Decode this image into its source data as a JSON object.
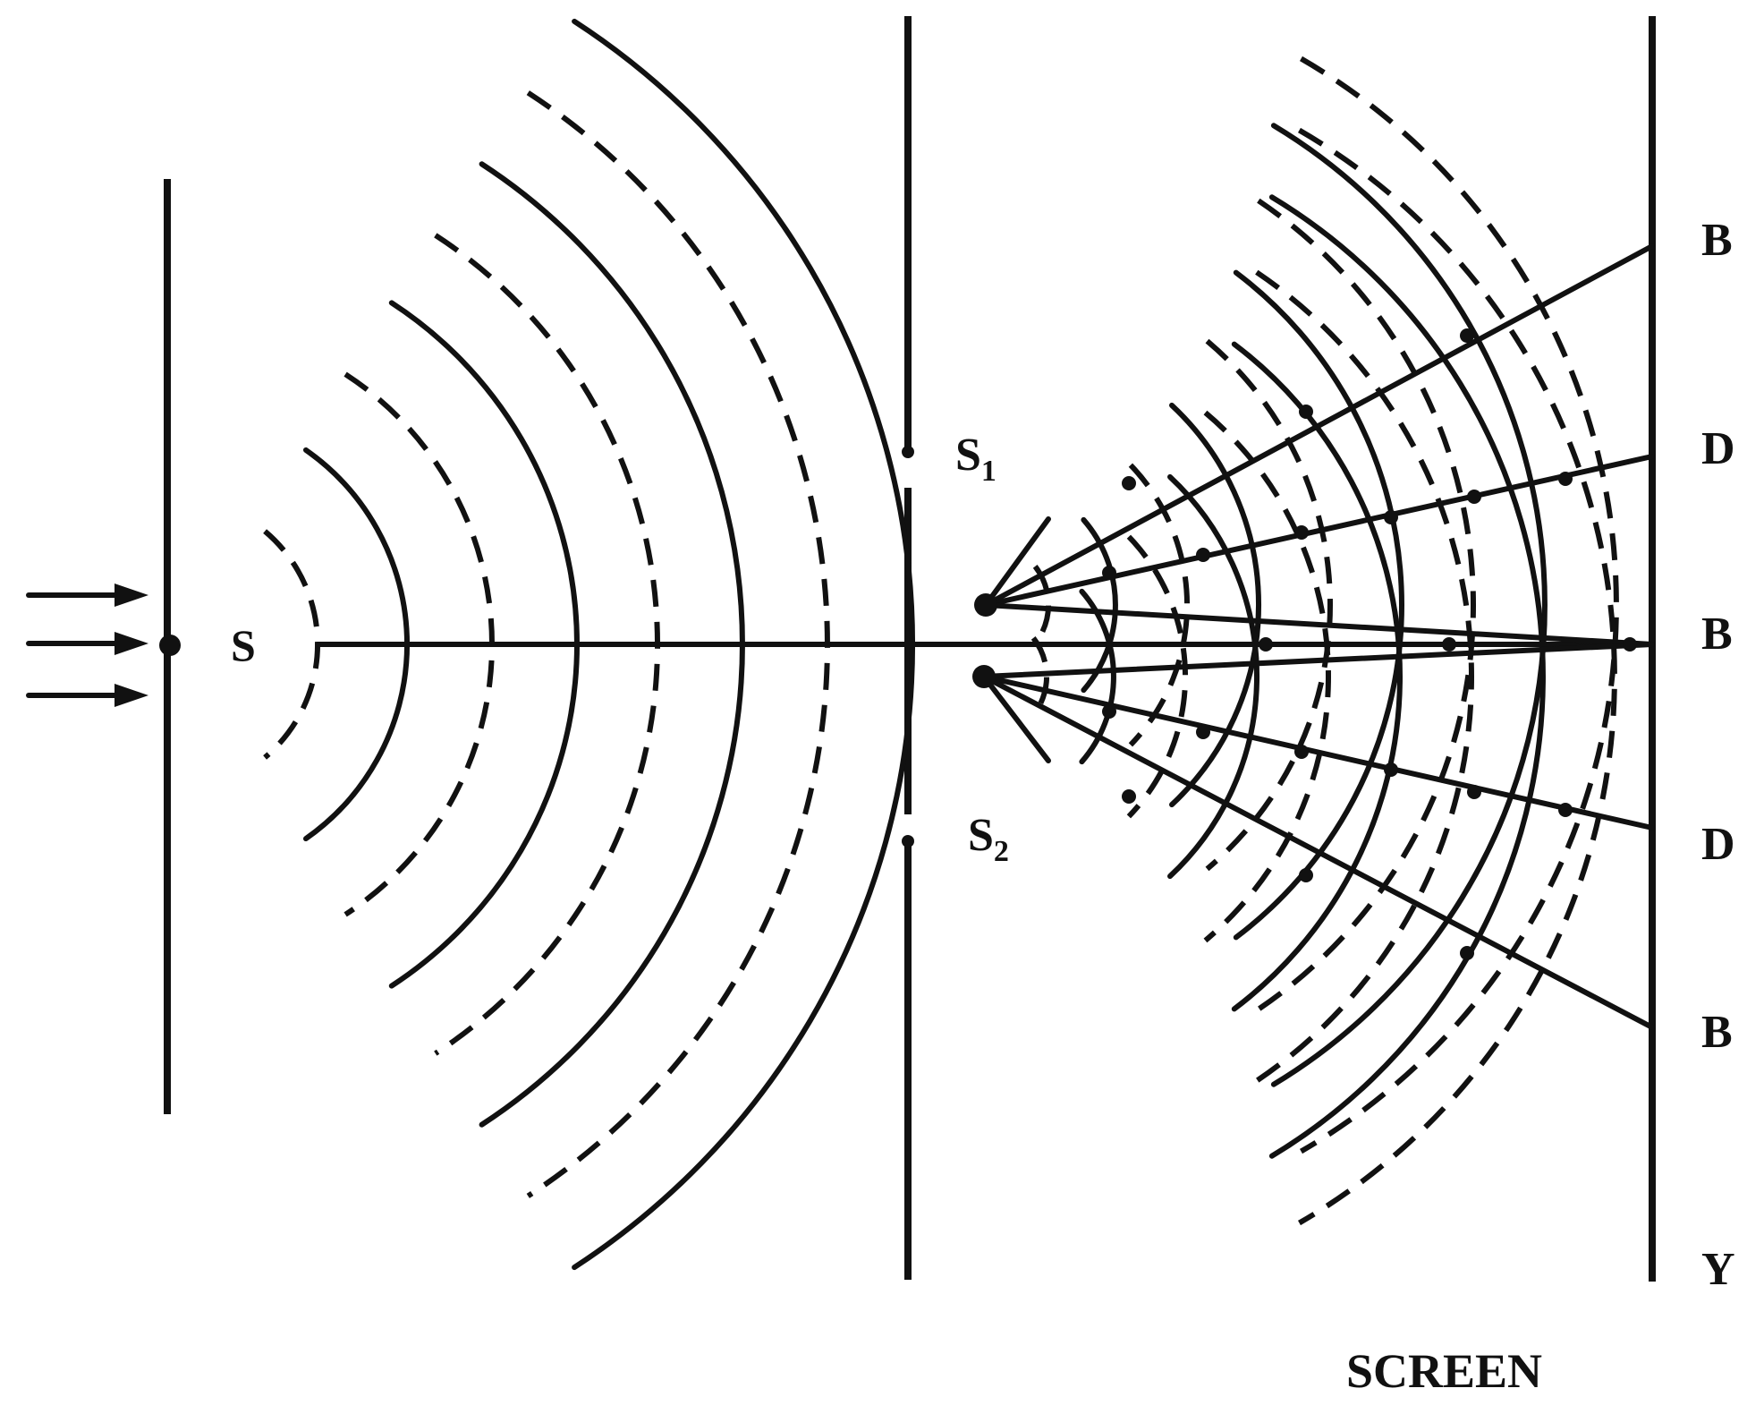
{
  "labels": {
    "source": "S",
    "slit1_main": "S",
    "slit1_sub": "1",
    "slit2_main": "S",
    "slit2_sub": "2",
    "screen": "SCREEN",
    "fringes": [
      "B",
      "D",
      "B",
      "D",
      "B",
      "Y"
    ]
  },
  "colors": {
    "ink": "#111111",
    "background": "#ffffff"
  }
}
